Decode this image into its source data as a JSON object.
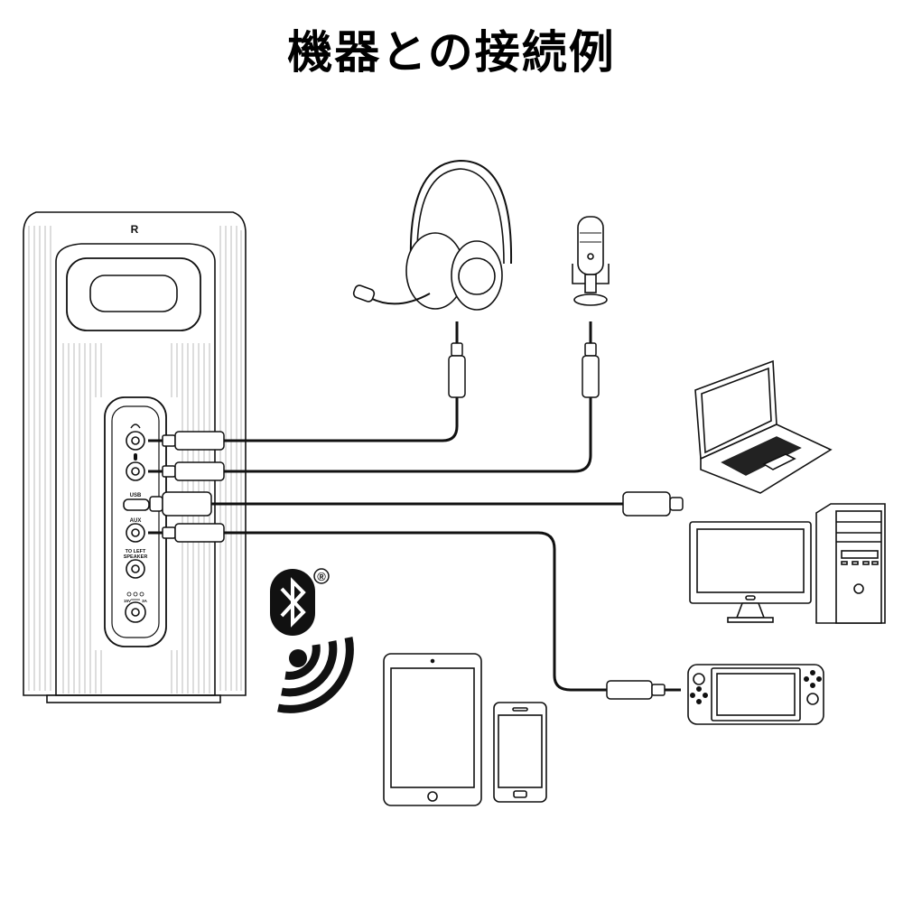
{
  "title": "機器との接続例",
  "speaker": {
    "side_label": "R",
    "ports": {
      "usb": "USB",
      "aux": "AUX",
      "left_speaker_line1": "TO LEFT",
      "left_speaker_line2": "SPEAKER",
      "dc_left": "15V",
      "dc_right": "3A"
    }
  },
  "bluetooth": {
    "trademark": "®"
  },
  "icons": {
    "speaker": "speaker-rear-panel-icon",
    "headset": "gaming-headset-icon",
    "microphone": "usb-microphone-icon",
    "laptop": "laptop-icon",
    "desktop": "desktop-pc-icon",
    "switch": "handheld-game-console-icon",
    "tablet": "tablet-icon",
    "phone": "smartphone-icon",
    "bluetooth": "bluetooth-logo-icon",
    "wireless": "wireless-signal-icon"
  }
}
